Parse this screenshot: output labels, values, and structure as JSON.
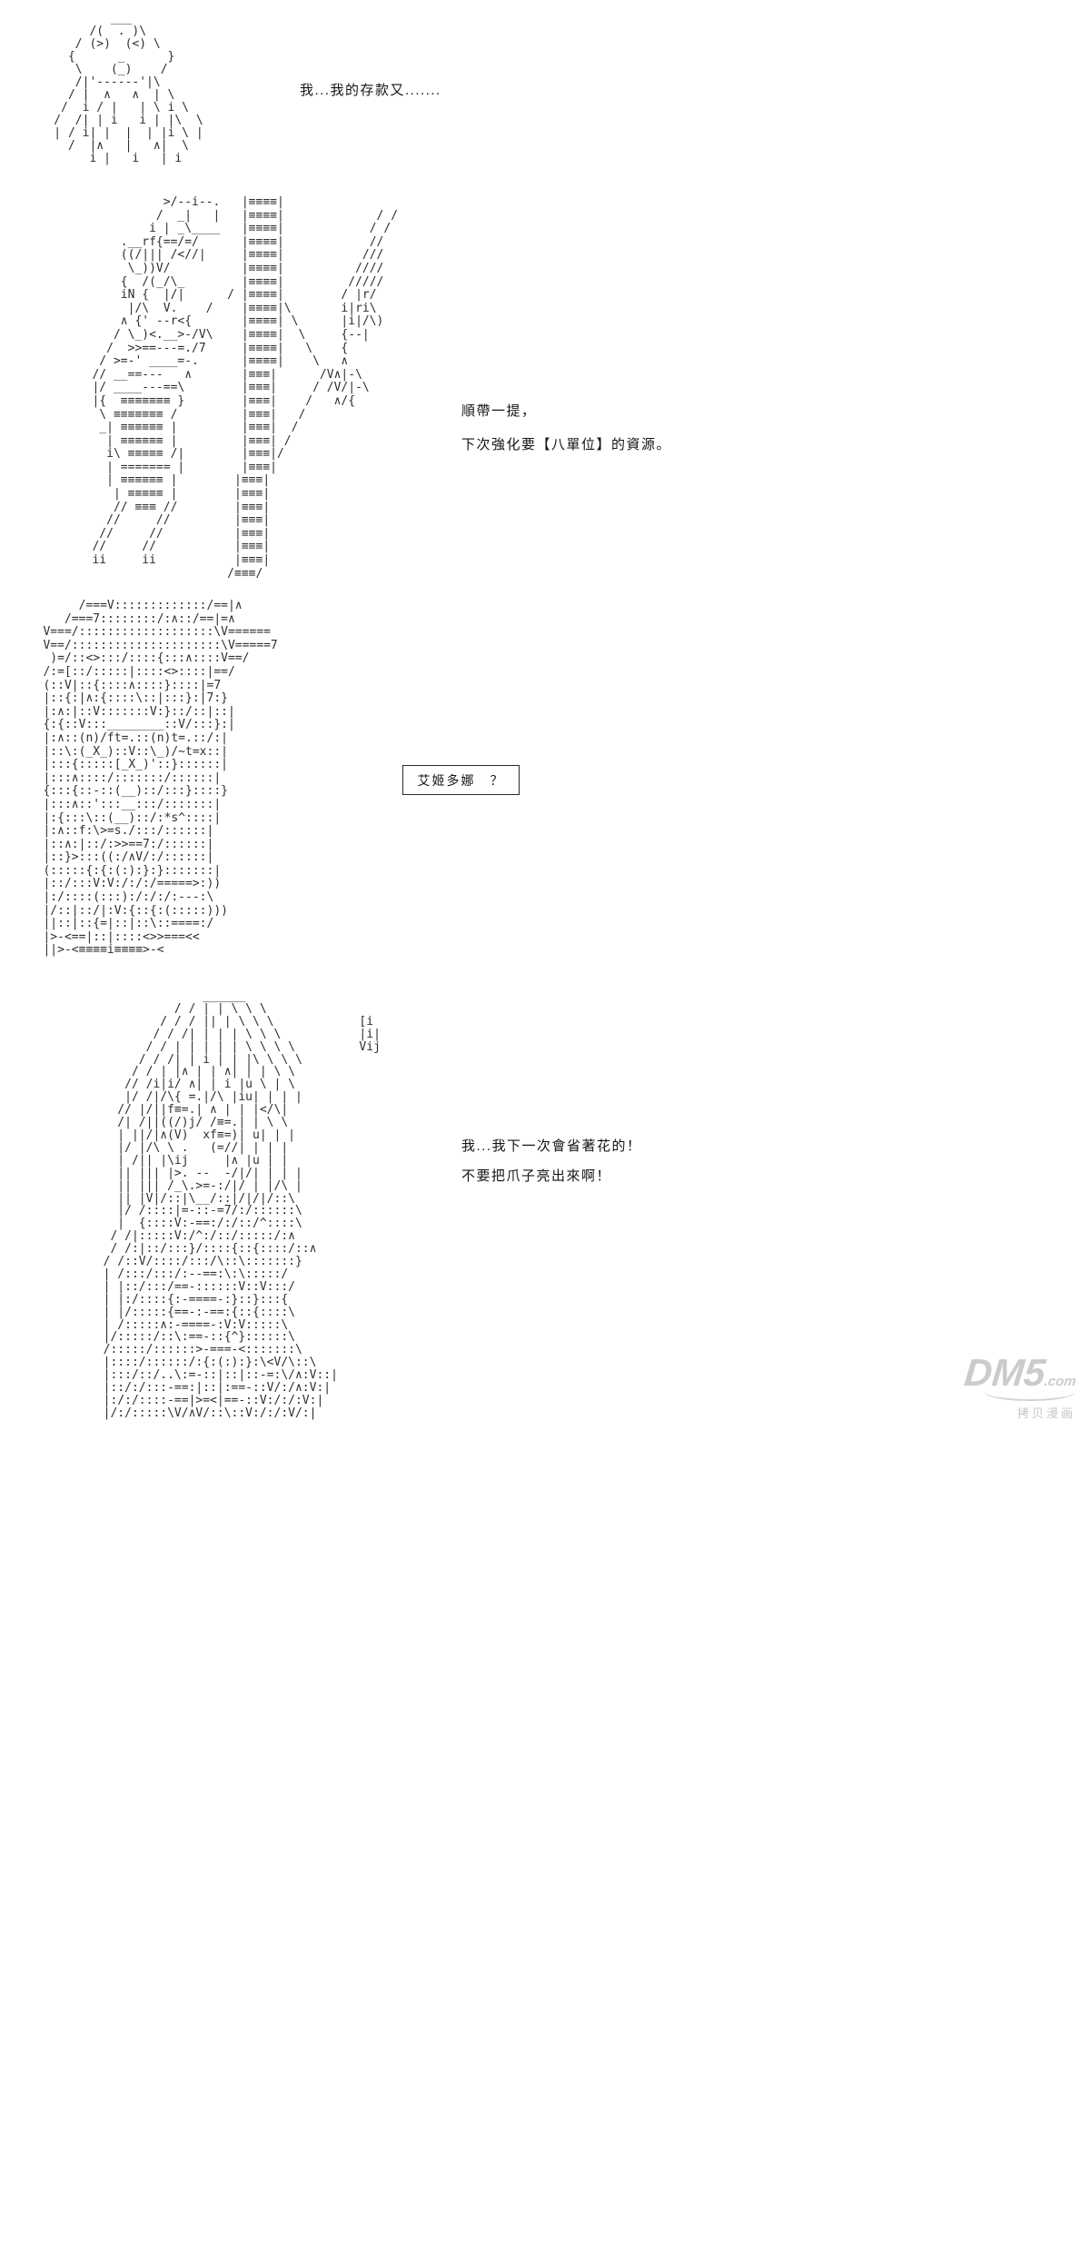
{
  "page": {
    "background": "#ffffff",
    "ink_color": "#2e2e2e",
    "dialogue_color": "#141414",
    "watermark_color": "#cccccc"
  },
  "panels": [
    {
      "id": "panel-1",
      "type": "ascii-art",
      "art": [
        "            ___",
        "         /(  . )\\",
        "       / (>)  (<) \\",
        "      {      _      }",
        "       \\    (_)    /",
        "       /|'------'|\\",
        "      / |  ∧   ∧  | \\",
        "     /  i / |   | \\ i \\",
        "    /  /| | i   i | |\\  \\",
        "    | / i| |  |  | |i \\ |",
        "      /  |∧   |   ∧|  \\",
        "         i |   i   | i"
      ],
      "dialogue": [
        "我...我的存款又......."
      ]
    },
    {
      "id": "panel-2",
      "type": "ascii-art",
      "art": [
        "             >/--i--.   |≡≡≡≡|",
        "            /  _|   |   |≡≡≡≡|             / /",
        "           i | _\\____   |≡≡≡≡|            / /",
        "       .__rf{==/=/      |≡≡≡≡|            //",
        "       ((/||| /<//|     |≡≡≡≡|           ///",
        "        \\_))V/          |≡≡≡≡|          ////",
        "       {  /(_/\\_        |≡≡≡≡|         /////",
        "       iN {  |/|      / |≡≡≡≡|        / |r/",
        "        |/\\  V.    /    |≡≡≡≡|\\       i|ri\\",
        "       ∧ {' --r<{       |≡≡≡≡| \\      |i|/\\)",
        "      / \\_)<.__>-/V\\    |≡≡≡≡|  \\     {--|",
        "     /  >>==---=./7     |≡≡≡≡|   \\    {",
        "    / >=-' ____=-.      |≡≡≡≡|    \\   ∧",
        "   // __==---   ∧       |≡≡≡|      /V∧|-\\",
        "   |/ ____---==\\        |≡≡≡|     / /V/|-\\",
        "   |{  ≡≡≡≡≡≡≡ }        |≡≡≡|    /   ∧/{",
        "    \\ ≡≡≡≡≡≡≡ /         |≡≡≡|   /",
        "    _| ≡≡≡≡≡≡ |         |≡≡≡|  /",
        "     | ≡≡≡≡≡≡ |         |≡≡≡| /",
        "     i\\ ≡≡≡≡≡ /|        |≡≡≡|/",
        "     | ======= |        |≡≡≡|",
        "     | ≡≡≡≡≡≡ |        |≡≡≡|",
        "      | ≡≡≡≡≡ |        |≡≡≡|",
        "      // ≡≡≡ //        |≡≡≡|",
        "     //     //         |≡≡≡|",
        "    //     //          |≡≡≡|",
        "   //     //           |≡≡≡|",
        "   ii     ii           |≡≡≡|",
        "                      /≡≡≡/"
      ],
      "dialogue": [
        "順帶一提，",
        "下次強化要【八單位】的資源。"
      ]
    },
    {
      "id": "panel-3",
      "type": "ascii-art",
      "art": [
        "        /===V:::::::::::::/==|∧",
        "      /===7::::::::/:∧::/==|=∧",
        "   V===/:::::::::::::::::::\\V======",
        "   V==/:::::::::::::::::::::\\V=====7",
        "    )=/::<>:::/::::{:::∧::::V==/",
        "   /:=[::/:::::|::::<>::::|==/",
        "   (::V|::{::::∧::::}::::|=7",
        "   |::{:|∧:{::::\\::|:::}:|7:}",
        "   |:∧:|::V:::::::V:}::/::|::|",
        "   {:{::V:::________::V/:::}:|",
        "   |:∧::(n)/ft=.::(n)t=.::/:|",
        "   |::\\:(_X_)::V::\\_)/~t=x::|",
        "   |:::{:::::[_X_)'::}::::::|",
        "   |:::∧::::/:::::::/::::::|",
        "   {:::{::-::(__)::/:::}::::}",
        "   |:::∧::':::__:::/:::::::|",
        "   |:{:::\\::(__)::/:*s^::::|",
        "   |:∧::f:\\>=s./:::/::::::|",
        "   |::∧:|::/:>>==7:/::::::|",
        "   |::}>:::((:/∧V/:/::::::|",
        "   (:::::{:{:(:):}:}:::::::|",
        "   |::/:::V:V:/:/:/=====>:))",
        "   |:/::::(:::):/:/:/:---:\\",
        "   |/::|::/|:V:{::{:(:::::)))",
        "   ||::|::{=|::|::\\::====:/",
        "   |>-<==|::|::::<>>===<<",
        "   ||>-<≡≡≡≡i≡≡≡≡>-<"
      ],
      "boxed_dialogue": "艾姬多娜　？"
    },
    {
      "id": "panel-4",
      "type": "ascii-art",
      "art": [
        "                ______",
        "            / / | | \\ \\ \\",
        "          / / / || | \\ \\ \\            [i",
        "         / / /| | | | \\ \\ \\           |i|",
        "        / / | | | | | \\ \\ \\ \\         Vij",
        "       / / /| | i | | |\\ \\ \\ \\",
        "      / / | |∧ | | ∧| | | \\ \\",
        "     // /i|i/ ∧| | i |u \\ | \\",
        "     |/ /|/\\{ =.|/\\ |iu| | | |",
        "    // |/||f≡=.| ∧ | | |</\\|",
        "    /| /||((/)j/ /≡=.| | \\ \\",
        "    | ||/|∧(V)  xf≡=)| u| | |",
        "    |/ |/\\ \\ .   (=//| | | |",
        "    | /|| |\\ij     |∧ |u | |",
        "    || ||| |>. --  -/|/| | | |",
        "    || ||| /_\\.>=-:/|/ | |/\\ |",
        "    || |V|/::|\\__/::|/|/|/::\\",
        "    |/ /::::|=-::-=7/:/::::::\\",
        "    |  {::::V:-==:/:/::/^::::\\",
        "   / /|:::::V:/^:/::/:::::/:∧",
        "   / /:|::/:::}/::::{::{::::/::∧",
        "  / /::V/::::/:::/\\::\\:::::::}",
        "  | /:::/:::/:--==:\\:\\:::::/",
        "  | |::/:::/==-::::::V::V:::/",
        "  | |:/::::{:-====-:}::}:::{",
        "  | |/:::::{==-:-==:{::{::::\\",
        "  | /:::::∧:-====-:V:V:::::\\",
        "  |/:::::/::\\:==-::{^}::::::\\",
        "  /:::::/::::::>-===-<:::::::\\",
        "  |::::/::::::/:{:(:):}:\\<V/\\::\\",
        "  |:::/::/..\\:=-::|::|::-=:\\/∧:V::|",
        "  |::/:/:::-==:|::|:==-::V/:/∧:V:|",
        "  |:/:/::::-==|>=<|==-::V:/:/:V:|",
        "  |/:/:::::\\V/∧V/::\\::V:/:/:V/:|"
      ],
      "dialogue": [
        "我...我下一次會省著花的！",
        "不要把爪子亮出來啊！"
      ]
    }
  ],
  "watermark": {
    "logo_text": "DM5",
    "logo_suffix": ".com",
    "site_name": "拷贝漫画"
  }
}
